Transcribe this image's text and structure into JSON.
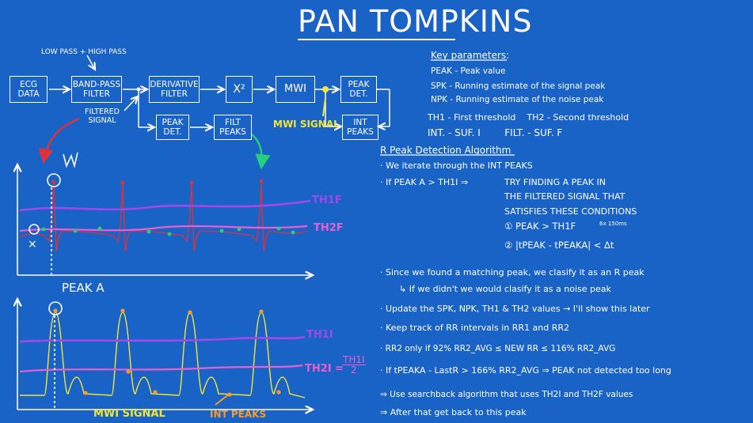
{
  "title": "PAN TOMPKINS",
  "block_diagram": {
    "annotation_top": "LOW PASS + HIGH PASS",
    "ecg_data": "ECG DATA",
    "band_pass": "BAND-PASS FILTER",
    "derivative": "DERIVATIVE FILTER",
    "square": "X²",
    "mwi": "MWI",
    "peak_det_top": "PEAK DET.",
    "peak_det_bottom": "PEAK DET.",
    "filt_peaks": "FILT PEAKS",
    "int_peaks": "INT PEAKS",
    "filtered_signal": "FILTERED SIGNAL",
    "mwi_signal": "MWI SIGNAL"
  },
  "key_parameters": {
    "heading": "Key parameters:",
    "lines": [
      "PEAK - Peak value",
      "SPK - Running estimate of the signal peak",
      "NPK - Running estimate of the noise peak",
      "TH1 - First threshold    TH2 - Second threshold",
      "INT. - SUF. I        FILT. - SUF. F"
    ]
  },
  "algorithm": {
    "heading": "R Peak Detection Algorithm",
    "lines": [
      "· We iterate through the INT PEAKS",
      "· If PEAK A > TH1I ⇒"
    ],
    "try_lines": [
      "TRY FINDING A PEAK IN",
      "THE FILTERED SIGNAL THAT",
      "SATISFIES THESE CONDITIONS",
      "① PEAK > TH1F",
      "② |tPEAK - tPEAKA| < Δt"
    ],
    "delta_note": "6x 150ms",
    "bullets": [
      "· Since we found a matching peak, we clasify it as an R peak",
      "↳ If we didn't we would clasify it as a noise peak",
      "· Update the SPK, NPK, TH1 & TH2 values → I'll show this later",
      "· Keep track of RR intervals in RR1 and RR2",
      "· RR2 only if  92% RR2_AVG ≤ NEW RR ≤ 116% RR2_AVG",
      "· If  tPEAKA - LastR > 166% RR2_AVG ⇒ PEAK not detected too long",
      "⇒ Use searchback algorithm that uses TH2I and TH2F values",
      "⇒ After that get back to this peak"
    ]
  },
  "plot_top": {
    "th1_label": "TH1F",
    "th2_label": "TH2F",
    "x_mark": "×"
  },
  "plot_bottom": {
    "peak_a": "PEAK A",
    "th1_label": "TH1I",
    "th2_label": "TH2I =",
    "frac_top": "TH1I",
    "frac_bottom": "2",
    "mwi_signal": "MWI SIGNAL",
    "int_peaks": "INT PEAKS"
  },
  "colors": {
    "background": "#1a63c6",
    "threshold1": "#a247e9",
    "threshold2": "#e85fd0",
    "ecg": "#e0303a",
    "peaks_green": "#25d07a",
    "mwi": "#f2e536",
    "int_peaks": "#f59b2c"
  }
}
